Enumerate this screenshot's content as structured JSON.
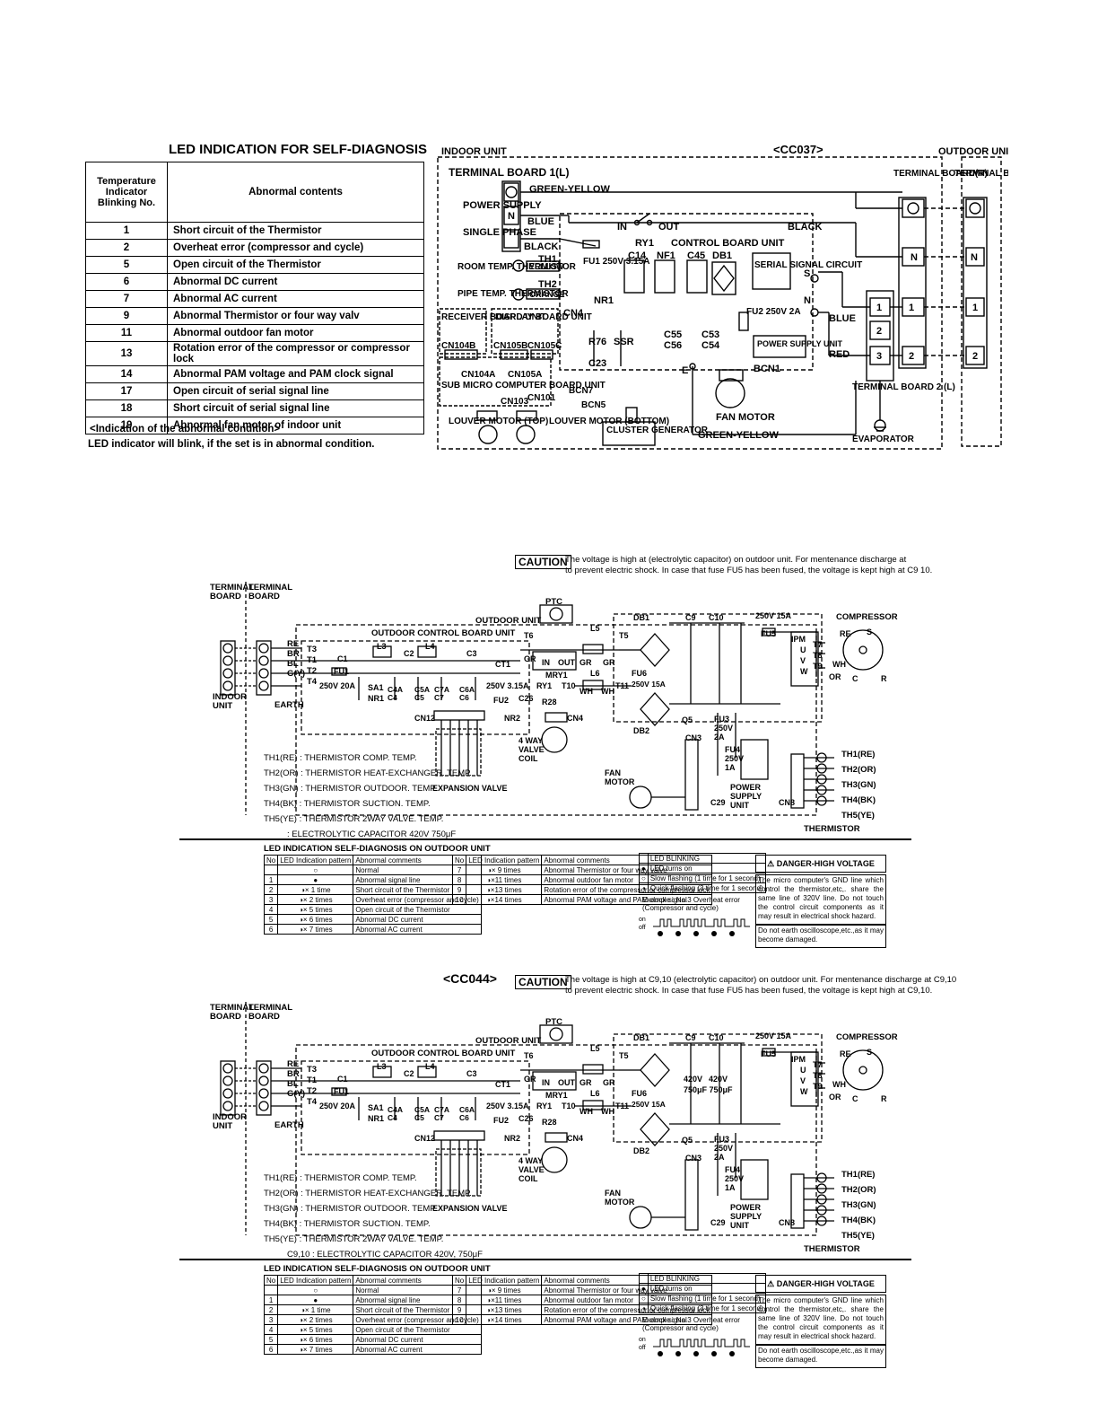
{
  "top": {
    "led_title": "LED INDICATION FOR SELF-DIAGNOSIS",
    "led_header": [
      "Temperature Indicator Blinking No.",
      "Abnormal contents"
    ],
    "led_rows": [
      {
        "no": "1",
        "text": "Short circuit of the Thermistor"
      },
      {
        "no": "2",
        "text": "Overheat error (compressor and cycle)"
      },
      {
        "no": "5",
        "text": "Open circuit of the Thermistor"
      },
      {
        "no": "6",
        "text": "Abnormal DC current"
      },
      {
        "no": "7",
        "text": "Abnormal AC current"
      },
      {
        "no": "9",
        "text": "Abnormal Thermistor or four way valv"
      },
      {
        "no": "11",
        "text": "Abnormal outdoor fan motor"
      },
      {
        "no": "13",
        "text": "Rotation error of the compressor or compressor lock"
      },
      {
        "no": "14",
        "text": "Abnormal PAM voltage and PAM clock signal"
      },
      {
        "no": "17",
        "text": "Open circuit of serial signal line"
      },
      {
        "no": "18",
        "text": "Short circuit of serial signal line"
      },
      {
        "no": "19",
        "text": "Abnormal fan motor of indoor unit"
      }
    ],
    "note1": "<Indication of the abnormal condition>",
    "note2": "LED indicator will blink, if the set is in abnormal condition.",
    "indoor_unit": "INDOOR UNIT",
    "model": "<CC037>",
    "outdoor_unit": "OUTDOOR UNIT",
    "terminal_board_1": "TERMINAL BOARD 1(L)",
    "terminal_board_r": "TERMINAL BOARD(R)",
    "terminal_board": "TERMINAL BOARD",
    "terminal_board_2": "TERMINAL BOARD 2 (L)",
    "green_yellow": "GREEN-YELLOW",
    "power_supply": "POWER SUPPLY",
    "single_phase": "SINGLE PHASE",
    "blue": "BLUE",
    "black": "BLACK",
    "red": "RED",
    "in": "IN",
    "out": "OUT",
    "ry1": "RY1",
    "control_board_unit": "CONTROL BOARD UNIT",
    "room_temp": "ROOM TEMP. THERMISTOR",
    "pipe_temp": "PIPE TEMP. THERMISTOR",
    "th1": "TH1",
    "th2": "TH2",
    "yellow": "YELLOW",
    "orange": "ORANGE",
    "fu1": "FU1 250V 3.15A",
    "c14": "C14",
    "nf1": "NF1",
    "c45": "C45",
    "db1": "DB1",
    "nr1": "NR1",
    "serial_signal_circuit": "SERIAL SIGNAL CIRCUIT",
    "s": "S",
    "n": "N",
    "e": "E",
    "fu2": "FU2 250V 2A",
    "power_supply_unit": "POWER SUPPLY UNIT",
    "c55": "C55",
    "c56": "C56",
    "c53": "C53",
    "c54": "C54",
    "bcn1": "BCN1",
    "receiver": "RECEIVER BOARD UNIT",
    "display": "DISPLAY BOARD UNIT",
    "cn4": "CN4",
    "cn104b": "CN104B",
    "cn105b": "CN105B",
    "cn105c": "CN105C",
    "cn104a": "CN104A",
    "cn105a": "CN105A",
    "r76": "R76",
    "ssr": "SSR",
    "c23": "C23",
    "sub_micro": "SUB MICRO COMPUTER BOARD UNIT",
    "cn103": "CN103",
    "cn101": "CN101",
    "bcn7": "BCN7",
    "bcn5": "BCN5",
    "louver_top": "LOUVER MOTOR (TOP)",
    "louver_bottom": "LOUVER MOTOR (BOTTOM)",
    "cluster_generator": "CLUSTER GENERATOR",
    "fan_motor": "FAN MOTOR",
    "evaporator": "EVAPORATOR",
    "term_numbers": [
      "1",
      "2",
      "3"
    ]
  },
  "mid": {
    "caution": "CAUTION",
    "caution_text1": "The voltage is high at          (electrolytic capacitor) on outdoor unit. For mentenance discharge at",
    "caution_text2": "to prevent electric shock. In case that fuse FU5 has been fused, the voltage is kept high at C9 10.",
    "thermistor_labels": [
      "TH1(RE) : THERMISTOR COMP. TEMP.",
      "TH2(OR) : THERMISTOR HEAT-EXCHANGER. TEMP.",
      "TH3(GN) : THERMISTOR OUTDOOR. TEMP.",
      "TH4(BK) : THERMISTOR SUCTION. TEMP.",
      "TH5(YE) : THERMISTOR 2WAY VALVE. TEMP.",
      ": ELECTROLYTIC CAPACITOR 420V  750μF"
    ]
  },
  "bot": {
    "model": "<CC044>",
    "caution": "CAUTION",
    "caution_text1": "The voltage is high at C9,10 (electrolytic capacitor) on outdoor unit. For mentenance discharge at C9,10",
    "caution_text2": "to prevent electric shock. In case that fuse FU5 has been fused, the voltage is kept high at C9,10.",
    "thermistor_labels": [
      "TH1(RE) : THERMISTOR COMP. TEMP.",
      "TH2(OR) : THERMISTOR HEAT-EXCHANGER. TEMP.",
      "TH3(GN) : THERMISTOR OUTDOOR. TEMP.",
      "TH4(BK) : THERMISTOR SUCTION. TEMP.",
      "TH5(YE) : THERMISTOR 2WAY VALVE. TEMP.",
      "C9,10 : ELECTROLYTIC CAPACITOR 420V, 750μF"
    ],
    "cap_values": [
      "420V",
      "420V",
      "750μF 750μF"
    ]
  },
  "outdoor_common": {
    "terminal_board": "TERMINAL BOARD",
    "indoor_unit": "INDOOR UNIT",
    "earth": "EARTH",
    "outdoor_unit": "OUTDOOR UNIT",
    "outdoor_control_board": "OUTDOOR CONTROL BOARD UNIT",
    "wires": [
      "RE",
      "BR",
      "BL",
      "G(Y)"
    ],
    "terms": [
      "T3",
      "T1",
      "T2",
      "T4"
    ],
    "ptc": "PTC",
    "labels_a": [
      "L3",
      "C2",
      "L4",
      "C3",
      "C1",
      "FU1",
      "250V 20A",
      "SA1",
      "NR1",
      "C4A",
      "C4",
      "C5A",
      "C5",
      "C7A",
      "C7",
      "C6A",
      "C6"
    ],
    "labels_b": [
      "T6",
      "GR",
      "IN",
      "OUT",
      "GR",
      "GR",
      "MRY1",
      "CT1",
      "L5",
      "T5",
      "L6",
      "WH",
      "WH",
      "T10",
      "T11"
    ],
    "labels_c": [
      "250V 3.15A",
      "RY1",
      "FU2",
      "C26",
      "R28",
      "NR2",
      "CN4",
      "CN12"
    ],
    "four_way": "4 WAY VALVE COIL",
    "expansion_valve": "EXPANSION VALVE",
    "fan_motor": "FAN MOTOR",
    "db1": "DB1",
    "db2": "DB2",
    "c9": "C9",
    "c10": "C10",
    "fu5_rating": "250V 15A",
    "fu5": "FU5",
    "ipm": "IPM",
    "fu6": "FU6",
    "fu6_rating": "250V 15A",
    "q5": "Q5",
    "fu3": "FU3 250V 2A",
    "fu4": "FU4 250V 1A",
    "cn3": "CN3",
    "c29": "C29",
    "power_supply_unit": "POWER SUPPLY UNIT",
    "cn8": "CN8",
    "compressor": "COMPRESSOR",
    "uvw": [
      "U",
      "V",
      "W"
    ],
    "t789": [
      "T7",
      "T8",
      "T9"
    ],
    "comp_leads": [
      "RE",
      "S",
      "WH",
      "OR",
      "C",
      "R"
    ],
    "th_list": [
      "TH1(RE)",
      "TH2(OR)",
      "TH3(GN)",
      "TH4(BK)",
      "TH5(YE)"
    ],
    "thermistor": "THERMISTOR",
    "led_title": "LED INDICATION SELF-DIAGNOSIS ON OUTDOOR UNIT",
    "led_head": [
      "No",
      "LED Indication pattern",
      "Abnormal comments"
    ],
    "led_left": [
      {
        "no": "",
        "pat": "○",
        "text": "Normal"
      },
      {
        "no": "1",
        "pat": "●",
        "text": "Abnormal signal line"
      },
      {
        "no": "2",
        "pat": "◑× 1 time",
        "text": "Short circuit of the Thermistor"
      },
      {
        "no": "3",
        "pat": "◑× 2 times",
        "text": "Overheat error (compressor and cycle)"
      },
      {
        "no": "4",
        "pat": "◑× 5 times",
        "text": "Open circuit of the Thermistor"
      },
      {
        "no": "5",
        "pat": "◑× 6 times",
        "text": "Abnormal DC current"
      },
      {
        "no": "6",
        "pat": "◑× 7 times",
        "text": "Abnormal AC current"
      }
    ],
    "led_right": [
      {
        "no": "7",
        "pat": "◑× 9 times",
        "text": "Abnormal Thermistor or four way valve"
      },
      {
        "no": "8",
        "pat": "◑×11 times",
        "text": "Abnormal outdoor fan motor"
      },
      {
        "no": "9",
        "pat": "◑×13 times",
        "text": "Rotation error of the compressor or compressor lock"
      },
      {
        "no": "10",
        "pat": "◑×14 times",
        "text": "Abnormal PAM voltage and PAM clock signal"
      }
    ],
    "legend": [
      {
        "sym": "",
        "text": "LED BLINKING"
      },
      {
        "sym": "●",
        "text": "LED turns on"
      },
      {
        "sym": "○",
        "text": "Slow flashing (1 time for 1 second)"
      },
      {
        "sym": "◑",
        "text": "Quick flashing (3 time for 1 second)"
      }
    ],
    "example": "Example : No.3 Overheat error (Compressor and cycle)",
    "on": "on",
    "off": "off",
    "danger": "DANGER-HIGH VOLTAGE",
    "danger_text": "The micro computer's GND line which control the thermistor,etc,. share the same line of 320V line. Do not touch the control circuit components as it may result in electrical shock hazard.",
    "danger_text2": "Do not earth oscilloscope,etc.,as it may become damaged."
  }
}
